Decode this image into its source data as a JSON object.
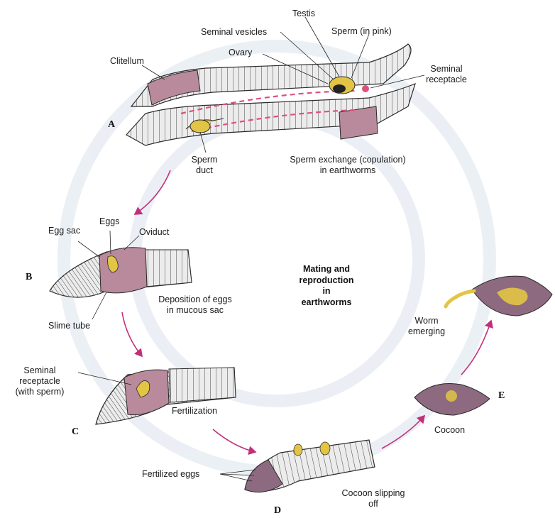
{
  "colors": {
    "clitellum": "#b88a9c",
    "segment": "#e9e9e9",
    "outline": "#2a2a2a",
    "egg": "#e2c544",
    "arrow": "#c0307a",
    "sperm": "#e0507a",
    "cocoon": "#8e6a80",
    "watermark": "#dfe6ef"
  },
  "title_lines": [
    "Mating and",
    "reproduction",
    "in",
    "earthworms"
  ],
  "stage_letters": {
    "a": "A",
    "b": "B",
    "c": "C",
    "d": "D",
    "e": "E"
  },
  "labels": {
    "testis": "Testis",
    "seminal_vesicles": "Seminal vesicles",
    "sperm_in_pink": "Sperm (in pink)",
    "ovary": "Ovary",
    "clitellum": "Clitellum",
    "seminal_receptacle_lines": [
      "Seminal",
      "receptacle"
    ],
    "sperm_duct_lines": [
      "Sperm",
      "duct"
    ],
    "sperm_exchange_lines": [
      "Sperm exchange (copulation)",
      "in earthworms"
    ],
    "egg_sac": "Egg sac",
    "eggs": "Eggs",
    "oviduct": "Oviduct",
    "deposition_lines": [
      "Deposition of eggs",
      "in mucous sac"
    ],
    "slime_tube": "Slime tube",
    "seminal_receptacle_sperm_lines": [
      "Seminal",
      "receptacle",
      "(with sperm)"
    ],
    "fertilization": "Fertilization",
    "worm_emerging_lines": [
      "Worm",
      "emerging"
    ],
    "cocoon": "Cocoon",
    "fertilized_eggs": "Fertilized eggs",
    "cocoon_slipping_lines": [
      "Cocoon slipping",
      "off"
    ]
  }
}
